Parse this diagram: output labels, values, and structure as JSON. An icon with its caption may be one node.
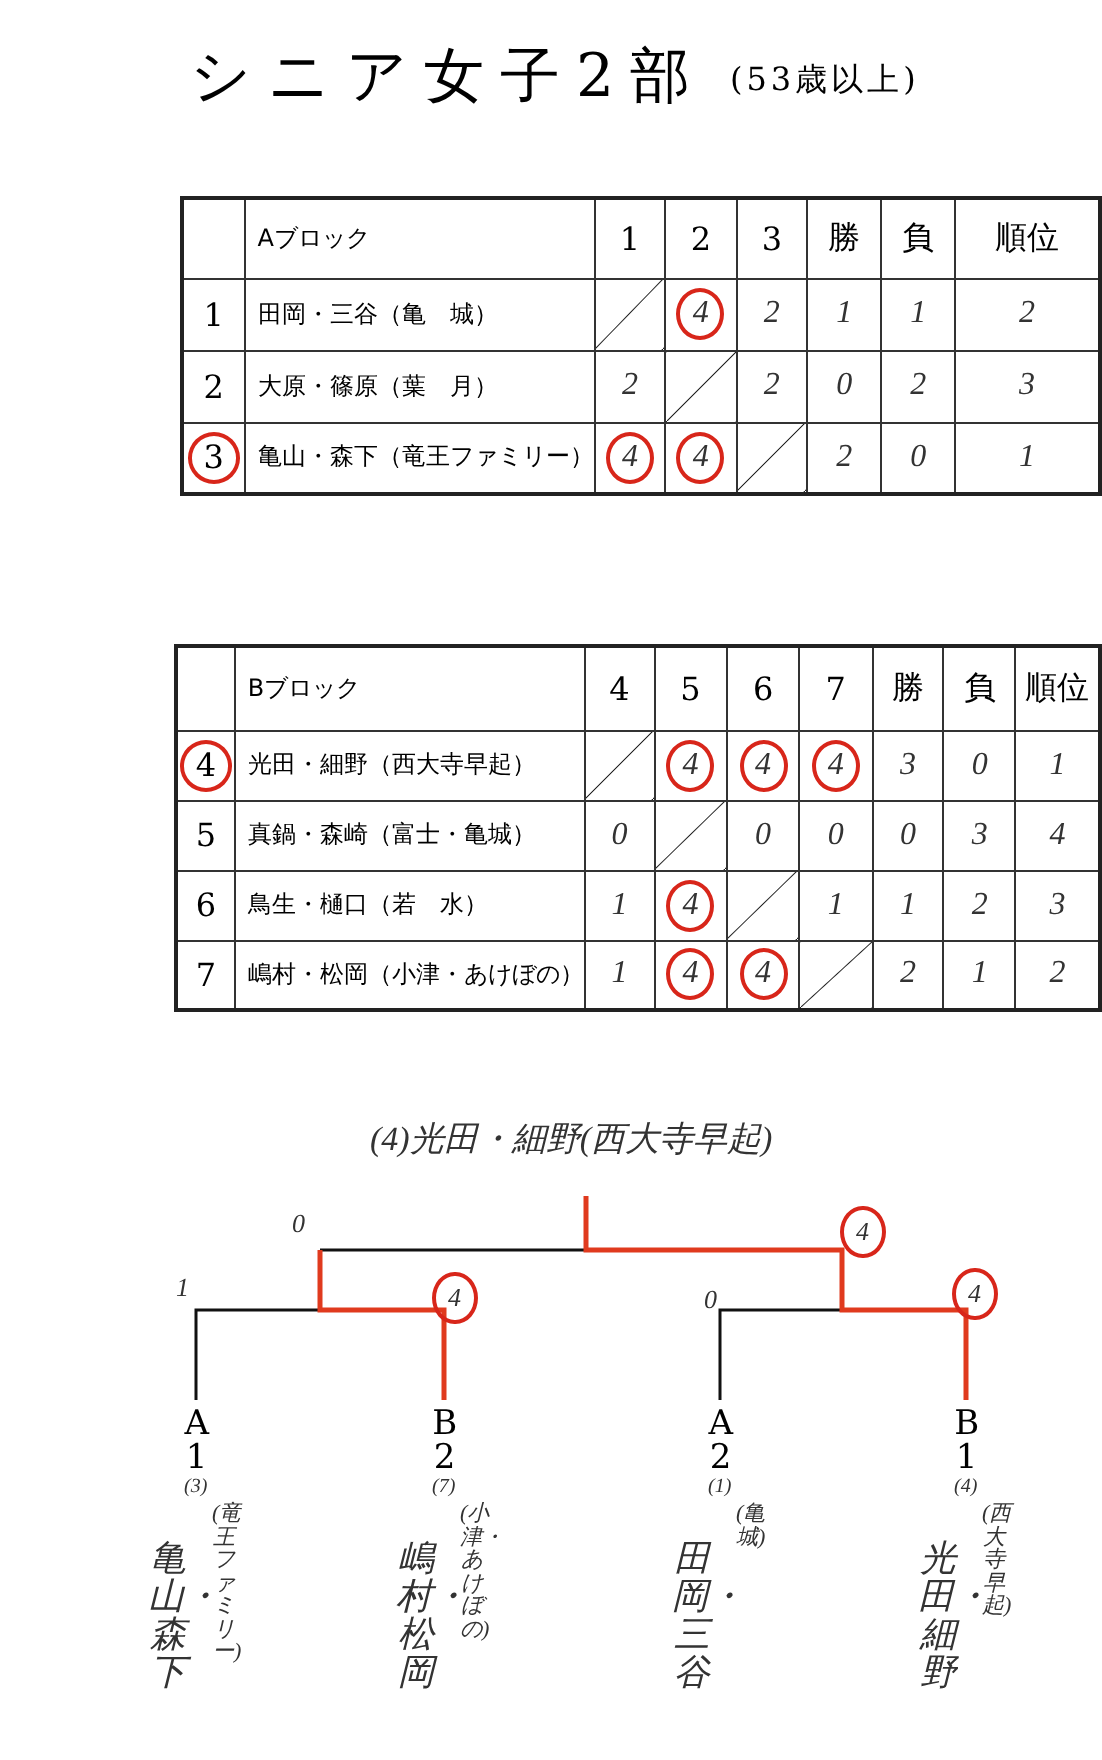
{
  "diagram": {
    "title": "シニア女子2部",
    "labels": [
      "(53歳以上)",
      "Aブロック",
      "1",
      "2",
      "3",
      "勝",
      "負",
      "順位",
      "1",
      "田岡・三谷（亀　城）",
      "4",
      "2",
      "1",
      "1",
      "2",
      "2",
      "大原・篠原（葉　月）",
      "2",
      "2",
      "0",
      "2",
      "3",
      "3",
      "亀山・森下（竜王ファミリー）",
      "4",
      "4",
      "2",
      "0",
      "1",
      "Bブロック",
      "4",
      "5",
      "6",
      "7",
      "勝",
      "負",
      "順位",
      "4",
      "光田・細野（西大寺早起）",
      "4",
      "4",
      "4",
      "3",
      "0",
      "1",
      "5",
      "真鍋・森崎（富士・亀城）",
      "0",
      "0",
      "0",
      "0",
      "3",
      "4",
      "6",
      "鳥生・樋口（若　水）",
      "1",
      "4",
      "1",
      "1",
      "2",
      "3",
      "7",
      "嶋村・松岡（小津・あけぼの）",
      "1",
      "4",
      "4",
      "2",
      "1",
      "2",
      "(4)光田・細野(西大寺早起)",
      "0",
      "4",
      "1",
      "4",
      "0",
      "4",
      "A1",
      "(3)",
      "亀山・森下",
      "(竜王ファミリー)",
      "B2",
      "(7)",
      "嶋村・松岡",
      "(小津・あけぼの)",
      "A2",
      "(1)",
      "田岡・三谷",
      "(亀城)",
      "B1",
      "(4)",
      "光田・細野",
      "(西大寺早起)"
    ]
  }
}
